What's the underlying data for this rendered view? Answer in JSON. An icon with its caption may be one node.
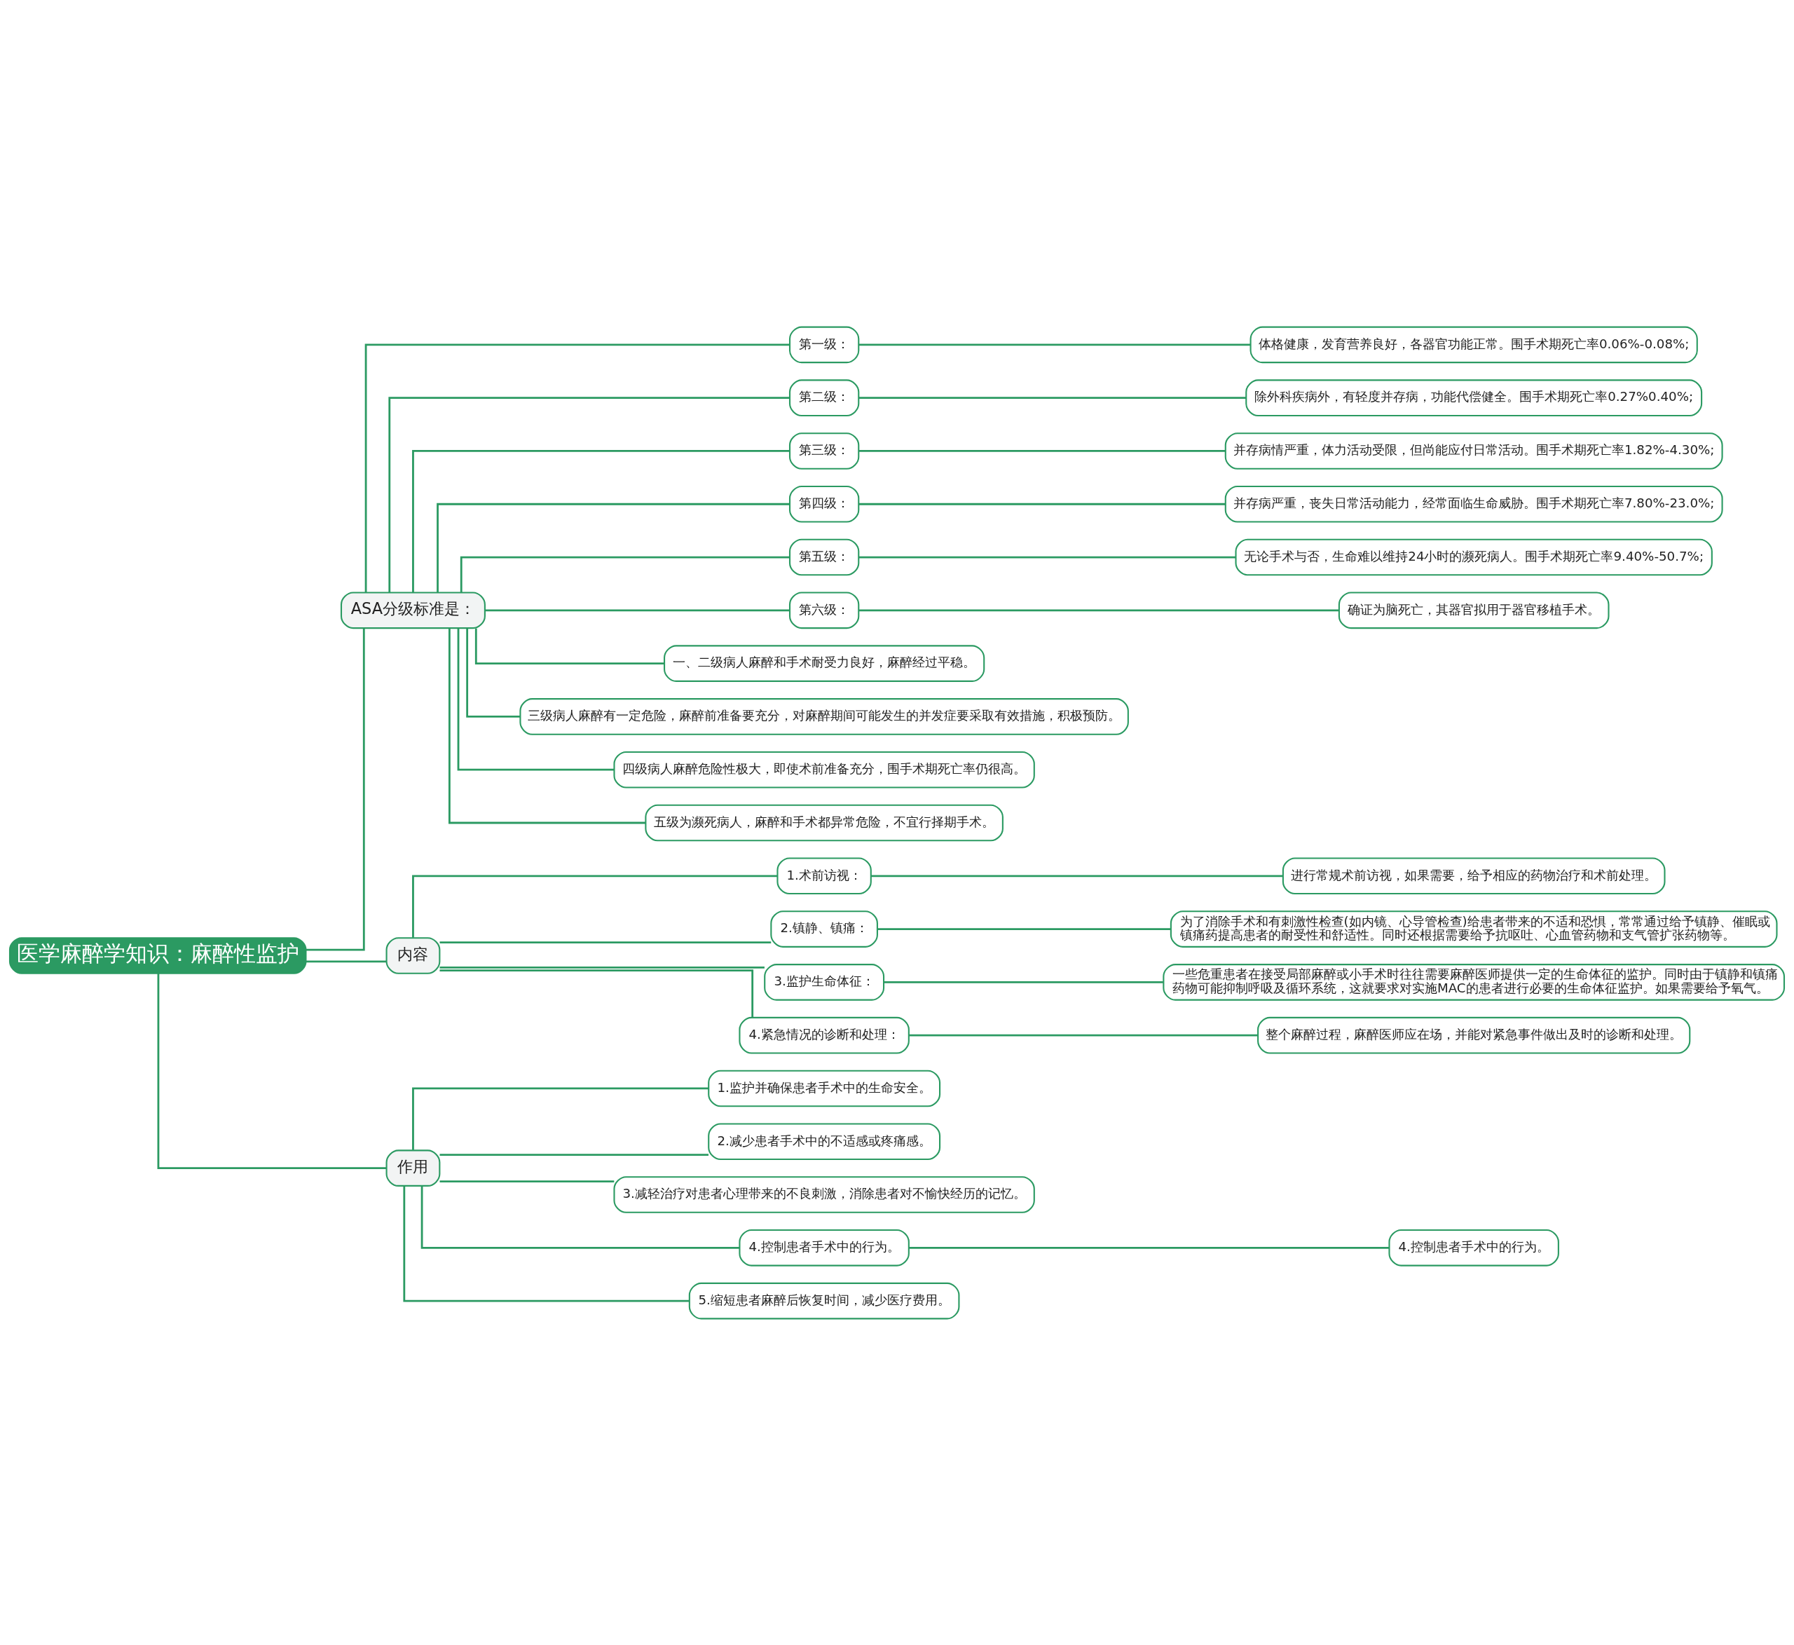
{
  "diagram": {
    "nodes": [
      {
        "text": [
          "医学麻醉学知识：麻醉性监护"
        ]
      },
      {
        "text": [
          "ASA分级标准是："
        ]
      },
      {
        "text": [
          "第一级："
        ]
      },
      {
        "text": [
          "体格健康，发育营养良好，各器官功能正常。围手术期死亡率0.06%-0.08%;"
        ]
      },
      {
        "text": [
          "第二级："
        ]
      },
      {
        "text": [
          "除外科疾病外，有轻度并存病，功能代偿健全。围手术期死亡率0.27%0.40%;"
        ]
      },
      {
        "text": [
          "第三级："
        ]
      },
      {
        "text": [
          "并存病情严重，体力活动受限，但尚能应付日常活动。围手术期死亡率1.82%-4.30%;"
        ]
      },
      {
        "text": [
          "第四级："
        ]
      },
      {
        "text": [
          "并存病严重，丧失日常活动能力，经常面临生命威胁。围手术期死亡率7.80%-23.0%;"
        ]
      },
      {
        "text": [
          "第五级："
        ]
      },
      {
        "text": [
          "无论手术与否，生命难以维持24小时的濒死病人。围手术期死亡率9.40%-50.7%;"
        ]
      },
      {
        "text": [
          "第六级："
        ]
      },
      {
        "text": [
          "确证为脑死亡，其器官拟用于器官移植手术。"
        ]
      },
      {
        "text": [
          "一、二级病人麻醉和手术耐受力良好，麻醉经过平稳。"
        ]
      },
      {
        "text": [
          "三级病人麻醉有一定危险，麻醉前准备要充分，对麻醉期间可能发生的并发症要采取有效措施，积极预防。"
        ]
      },
      {
        "text": [
          "四级病人麻醉危险性极大，即使术前准备充分，围手术期死亡率仍很高。"
        ]
      },
      {
        "text": [
          "五级为濒死病人，麻醉和手术都异常危险，不宜行择期手术。"
        ]
      },
      {
        "text": [
          "内容"
        ]
      },
      {
        "text": [
          "1.术前访视："
        ]
      },
      {
        "text": [
          "进行常规术前访视，如果需要，给予相应的药物治疗和术前处理。"
        ]
      },
      {
        "text": [
          "2.镇静、镇痛："
        ]
      },
      {
        "text": [
          "为了消除手术和有刺激性检查(如内镜、心导管检查)给患者带来的不适和恐惧，常常通过给予镇静、催眠或镇痛药提高患者的耐受性和舒适性。同时还根据需要给予抗呕吐、心血管药物和支气管扩张药物等。"
        ]
      },
      {
        "text": [
          "3.监护生命体征："
        ]
      },
      {
        "text": [
          "一些危重患者在接受局部麻醉或小手术时往往需要麻醉医师提供一定的生命体征的监护。同时由于镇静和镇痛药物可能抑制呼吸及循环系统，这就要求对实施MAC的患者进行必要的生命体征监护。如果需要给予氧气。"
        ]
      },
      {
        "text": [
          "4.紧急情况的诊断和处理："
        ]
      },
      {
        "text": [
          "整个麻醉过程，麻醉医师应在场，并能对紧急事件做出及时的诊断和处理。"
        ]
      },
      {
        "text": [
          "作用"
        ]
      },
      {
        "text": [
          "1.监护并确保患者手术中的生命安全。"
        ]
      },
      {
        "text": [
          "2.减少患者手术中的不适感或疼痛感。"
        ]
      },
      {
        "text": [
          "3.减轻治疗对患者心理带来的不良刺激，消除患者对不愉快经历的记忆。"
        ]
      },
      {
        "text": [
          "4.控制患者手术中的行为。"
        ]
      },
      {
        "text": [
          "4.控制患者手术中的行为。"
        ]
      },
      {
        "text": [
          "5.缩短患者麻醉后恢复时间，减少医疗费用。"
        ]
      }
    ],
    "edges": [
      {
        "from": 0,
        "to": 1,
        "arrow": "none"
      },
      {
        "from": 1,
        "to": 2,
        "arrow": "none"
      },
      {
        "from": 2,
        "to": 3,
        "arrow": "none"
      },
      {
        "from": 1,
        "to": 4,
        "arrow": "none"
      },
      {
        "from": 4,
        "to": 5,
        "arrow": "none"
      },
      {
        "from": 1,
        "to": 6,
        "arrow": "none"
      },
      {
        "from": 6,
        "to": 7,
        "arrow": "none"
      },
      {
        "from": 1,
        "to": 8,
        "arrow": "none"
      },
      {
        "from": 8,
        "to": 9,
        "arrow": "none"
      },
      {
        "from": 1,
        "to": 10,
        "arrow": "none"
      },
      {
        "from": 10,
        "to": 11,
        "arrow": "none"
      },
      {
        "from": 1,
        "to": 12,
        "arrow": "none"
      },
      {
        "from": 12,
        "to": 13,
        "arrow": "none"
      },
      {
        "from": 1,
        "to": 14,
        "arrow": "none"
      },
      {
        "from": 1,
        "to": 15,
        "arrow": "none"
      },
      {
        "from": 1,
        "to": 16,
        "arrow": "none"
      },
      {
        "from": 1,
        "to": 17,
        "arrow": "none"
      },
      {
        "from": 0,
        "to": 18,
        "arrow": "none"
      },
      {
        "from": 18,
        "to": 19,
        "arrow": "none"
      },
      {
        "from": 19,
        "to": 20,
        "arrow": "none"
      },
      {
        "from": 18,
        "to": 21,
        "arrow": "none"
      },
      {
        "from": 21,
        "to": 22,
        "arrow": "none"
      },
      {
        "from": 18,
        "to": 23,
        "arrow": "none"
      },
      {
        "from": 23,
        "to": 24,
        "arrow": "none"
      },
      {
        "from": 18,
        "to": 25,
        "arrow": "none"
      },
      {
        "from": 25,
        "to": 26,
        "arrow": "none"
      },
      {
        "from": 0,
        "to": 27,
        "arrow": "none"
      },
      {
        "from": 27,
        "to": 28,
        "arrow": "none"
      },
      {
        "from": 27,
        "to": 29,
        "arrow": "none"
      },
      {
        "from": 27,
        "to": 30,
        "arrow": "none"
      },
      {
        "from": 27,
        "to": 31,
        "arrow": "none"
      },
      {
        "from": 31,
        "to": 32,
        "arrow": "none"
      },
      {
        "from": 27,
        "to": 33,
        "arrow": "none"
      }
    ]
  }
}
